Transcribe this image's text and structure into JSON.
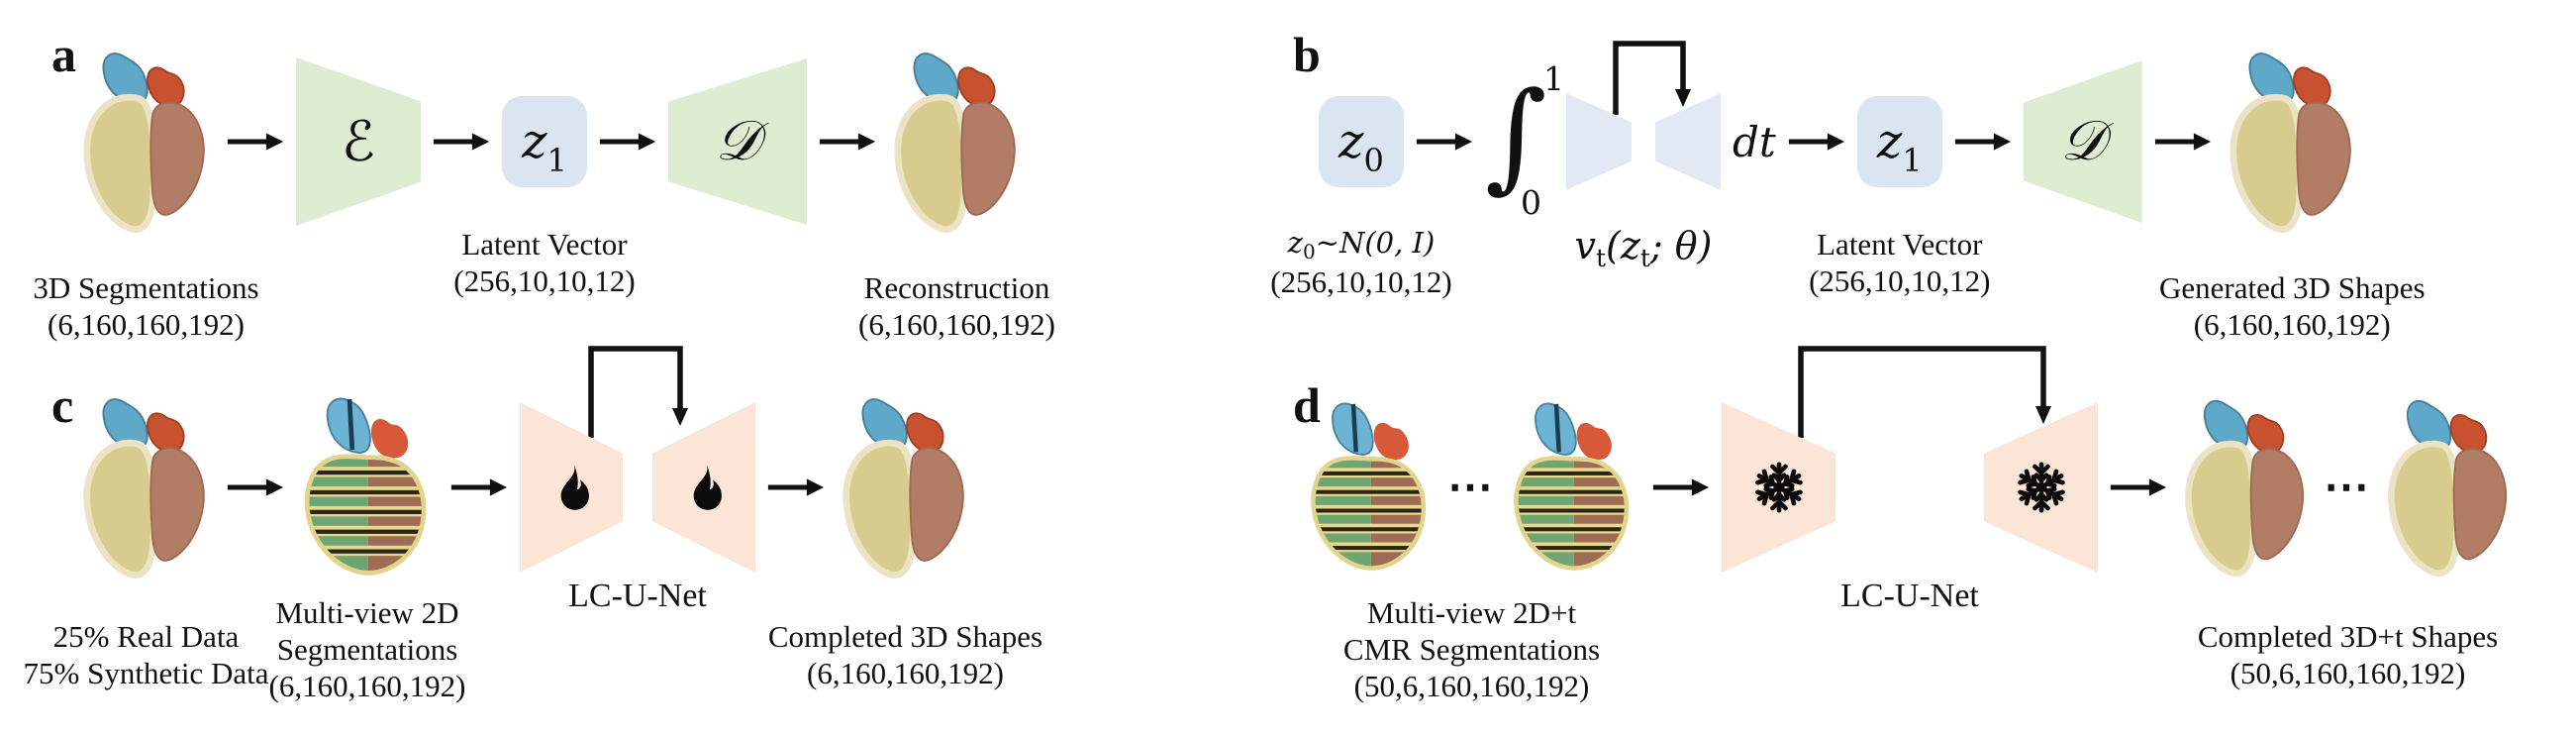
{
  "figure": {
    "panels": {
      "a": {
        "letter": "a",
        "input_caption": [
          "3D Segmentations",
          "(6,160,160,192)"
        ],
        "encoder_symbol": "ℰ",
        "latent_box": {
          "base": "z",
          "sub": "1"
        },
        "latent_caption": [
          "Latent Vector",
          "(256,10,10,12)"
        ],
        "decoder_symbol": "𝒟",
        "output_caption": [
          "Reconstruction",
          "(6,160,160,192)"
        ]
      },
      "b": {
        "letter": "b",
        "z0_box": {
          "base": "z",
          "sub": "0"
        },
        "z0_caption_math": {
          "base": "z",
          "sub": "0",
          "rest": "~N(0, I)"
        },
        "z0_caption_dims": "(256,10,10,12)",
        "integral": {
          "symbol": "∫",
          "upper": "1",
          "lower": "0"
        },
        "velocity_field": {
          "v": "v",
          "v_sub": "t",
          "mid": "(z",
          "z_sub": "t",
          "tail": "; θ)"
        },
        "dt": "dt",
        "latent_box": {
          "base": "z",
          "sub": "1"
        },
        "latent_caption": [
          "Latent Vector",
          "(256,10,10,12)"
        ],
        "decoder_symbol": "𝒟",
        "output_caption": [
          "Generated 3D Shapes",
          "(6,160,160,192)"
        ]
      },
      "c": {
        "letter": "c",
        "input_caption": [
          "25% Real Data",
          "75% Synthetic Data"
        ],
        "sliced_caption": [
          "Multi-view 2D",
          "Segmentations",
          "(6,160,160,192)"
        ],
        "unet": {
          "label": "LC-U-Net",
          "icon": "fire",
          "state": "trainable"
        },
        "output_caption": [
          "Completed 3D Shapes",
          "(6,160,160,192)"
        ]
      },
      "d": {
        "letter": "d",
        "input_ellipsis": "⋯",
        "input_caption": [
          "Multi-view 2D+t",
          "CMR Segmentations",
          "(50,6,160,160,192)"
        ],
        "unet": {
          "label": "LC-U-Net",
          "icon": "snowflake",
          "state": "frozen"
        },
        "output_ellipsis": "⋯",
        "output_caption": [
          "Completed 3D+t Shapes",
          "(50,6,160,160,192)"
        ]
      }
    },
    "colors": {
      "encoder_decoder_fill": "#deecd2",
      "latent_box_fill": "#dbe5f2",
      "flow_unet_fill": "#e2e9f4",
      "lc_unet_fill": "#fae5d7",
      "arrow": "#111111",
      "text": "#111111",
      "heart_palette": {
        "blue": "#60a8c8",
        "red": "#c8512f",
        "yellow": "#d7cc8e",
        "brown": "#b17d67",
        "sliced_green": "#6fa573",
        "sliced_yellow": "#e6d88d"
      }
    }
  }
}
